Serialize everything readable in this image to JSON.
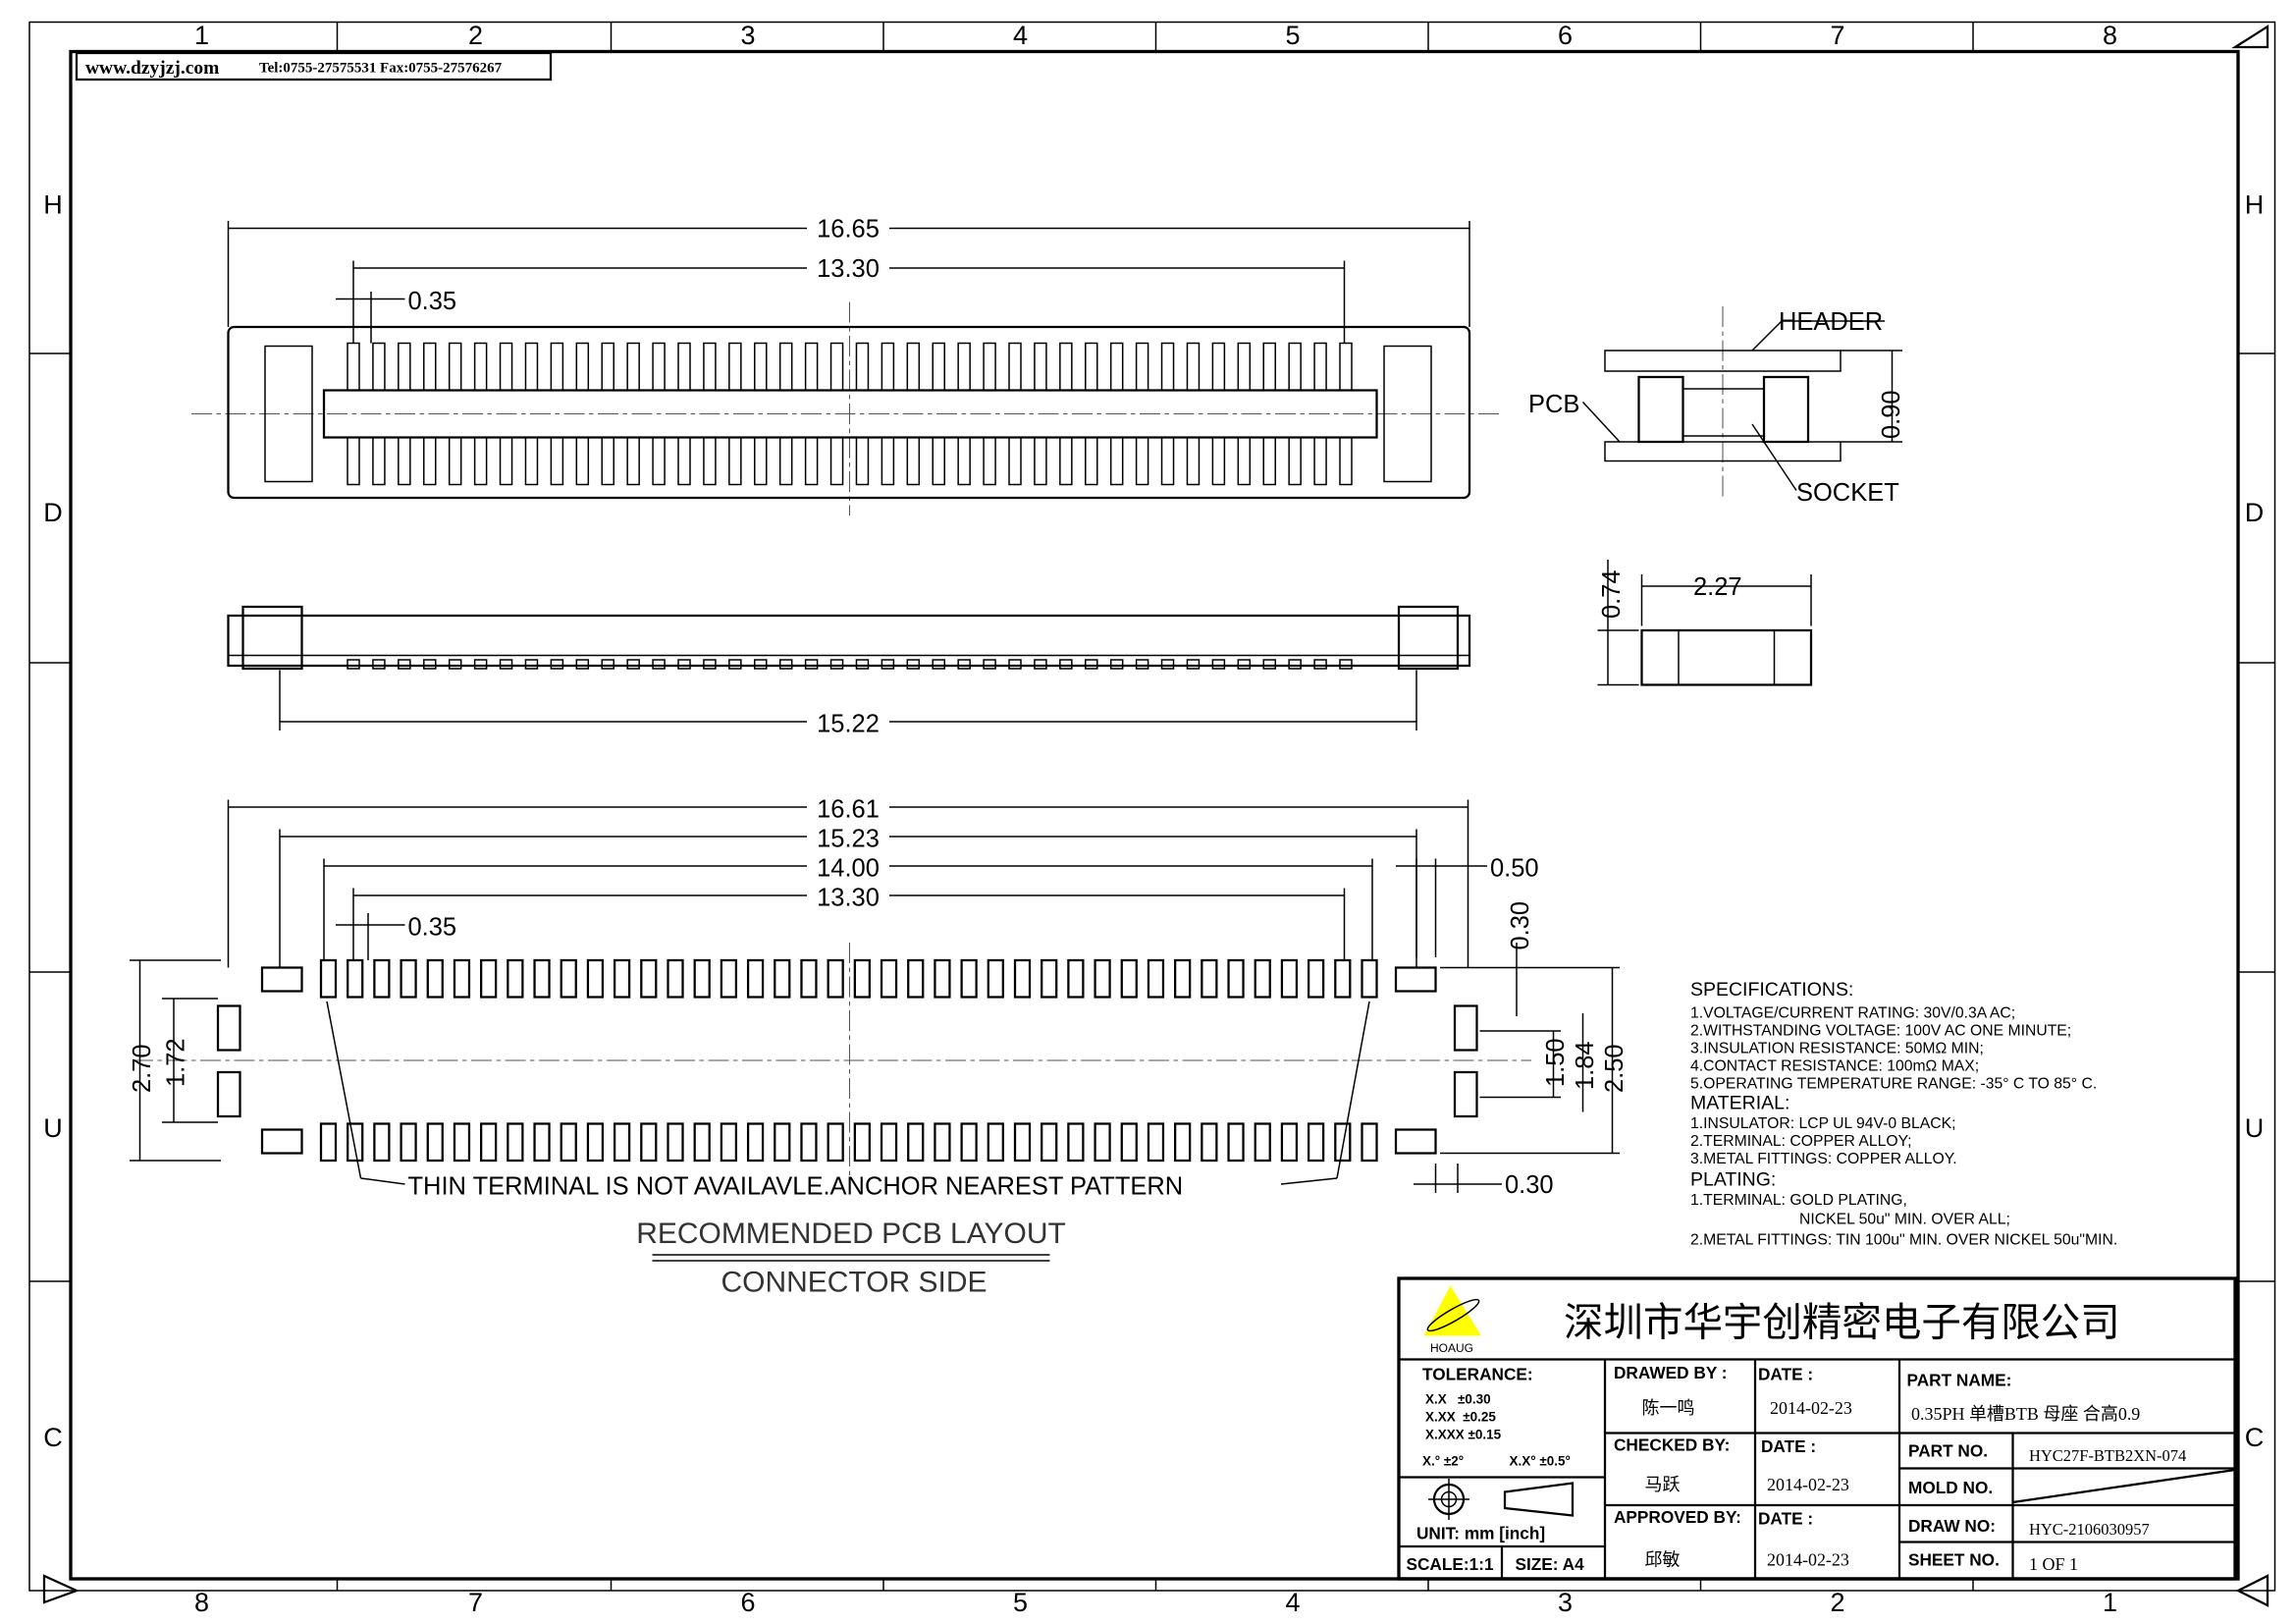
{
  "header": {
    "website": "www.dzyjzj.com",
    "contact": "Tel:0755-27575531  Fax:0755-27576267"
  },
  "grid": {
    "top_numbers": [
      "1",
      "2",
      "3",
      "4",
      "5",
      "6",
      "7",
      "8"
    ],
    "bottom_numbers": [
      "8",
      "7",
      "6",
      "5",
      "4",
      "3",
      "2",
      "1"
    ],
    "left_letters": [
      "H",
      "D",
      "U",
      "C"
    ],
    "right_letters": [
      "H",
      "D",
      "U",
      "C"
    ]
  },
  "top_view": {
    "dims": {
      "overall": "16.65",
      "pin_span": "13.30",
      "pitch": "0.35"
    },
    "pins_per_row": 40
  },
  "side_view": {
    "dims": {
      "length": "15.22"
    }
  },
  "mated_section": {
    "labels": {
      "header": "HEADER",
      "pcb": "PCB",
      "socket": "SOCKET"
    },
    "dims": {
      "height": "0.90"
    }
  },
  "end_view": {
    "dims": {
      "width": "2.27",
      "height": "0.74"
    }
  },
  "pcb_layout": {
    "dims": {
      "d1": "16.61",
      "d2": "15.23",
      "d3": "14.00",
      "d4": "13.30",
      "pitch": "0.35",
      "pad_w": "0.50",
      "pad_h": "0.30",
      "inner": "1.50",
      "mid": "1.84",
      "outer_r": "2.50",
      "outer_l": "2.70",
      "inner_l": "1.72",
      "bottom": "0.30"
    },
    "note": "THIN TERMINAL IS NOT AVAILAVLE.ANCHOR NEAREST PATTERN",
    "title": "RECOMMENDED PCB LAYOUT",
    "subtitle": "CONNECTOR SIDE"
  },
  "specifications": {
    "title": "SPECIFICATIONS:",
    "items": [
      "1.VOLTAGE/CURRENT RATING: 30V/0.3A AC;",
      "2.WITHSTANDING VOLTAGE: 100V AC ONE MINUTE;",
      "3.INSULATION RESISTANCE: 50MΩ MIN;",
      "4.CONTACT RESISTANCE: 100mΩ MAX;",
      "5.OPERATING TEMPERATURE RANGE: -35° C TO 85° C."
    ],
    "material_title": "MATERIAL:",
    "material": [
      "1.INSULATOR: LCP UL 94V-0 BLACK;",
      "2.TERMINAL: COPPER ALLOY;",
      "3.METAL FITTINGS: COPPER ALLOY."
    ],
    "plating_title": "PLATING:",
    "plating": [
      "1.TERMINAL: GOLD PLATING,",
      "NICKEL 50u\" MIN. OVER ALL;",
      "2.METAL FITTINGS: TIN 100u\" MIN. OVER NICKEL 50u\"MIN."
    ]
  },
  "title_block": {
    "company": "深圳市华宇创精密电子有限公司",
    "logo_text": "HOAUG",
    "tolerance_label": "TOLERANCE:",
    "tolerances": [
      "X.X   ±0.30",
      "X.XX  ±0.25",
      "X.XXX ±0.15"
    ],
    "angle_tol": "X.° ±2°",
    "angle_tol2": "X.X° ±0.5°",
    "unit": "UNIT: mm [inch]",
    "scale": "SCALE:1:1",
    "size": "SIZE: A4",
    "drawed_by_label": "DRAWED BY :",
    "drawed_by": "陈一鸣",
    "checked_by_label": "CHECKED BY:",
    "checked_by": "马跃",
    "approved_by_label": "APPROVED BY:",
    "approved_by": "邱敏",
    "date_label": "DATE :",
    "date1": "2014-02-23",
    "date2": "2014-02-23",
    "date3": "2014-02-23",
    "part_name_label": "PART NAME:",
    "part_name": "0.35PH 单槽BTB 母座 合高0.9",
    "part_no_label": "PART NO.",
    "part_no": "HYC27F-BTB2XN-074",
    "mold_no_label": "MOLD NO.",
    "draw_no_label": "DRAW NO:",
    "draw_no": "HYC-2106030957",
    "sheet_no_label": "SHEET NO.",
    "sheet_no": "1 OF 1",
    "logo_color": "#ffff00"
  }
}
